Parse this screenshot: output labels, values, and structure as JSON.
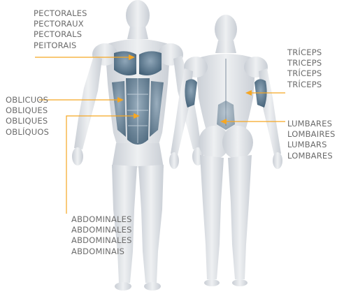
{
  "colors": {
    "accent_line": "#f5a623",
    "label_text": "#6b6b6b",
    "body_fill": "#d9dde2",
    "body_shade": "#c3c9d1",
    "muscle_highlight": "#5c7a90"
  },
  "labels": {
    "pectorals": [
      "PECTORALES",
      "PECTORAUX",
      "PECTORALS",
      "PEITORAIS"
    ],
    "obliques": [
      "OBLICUOS",
      "OBLIQUES",
      "OBLIQUES",
      "OBLÍQUOS"
    ],
    "abdominals": [
      "ABDOMINALES",
      "ABDOMINALES",
      "ABDOMINALES",
      "ABDOMINAIS"
    ],
    "triceps": [
      "TRÍCEPS",
      "TRICEPS",
      "TRÍCEPS",
      "TRÍCEPS"
    ],
    "lumbars": [
      "LUMBARES",
      "LOMBAIRES",
      "LUMBARS",
      "LOMBARES"
    ]
  }
}
